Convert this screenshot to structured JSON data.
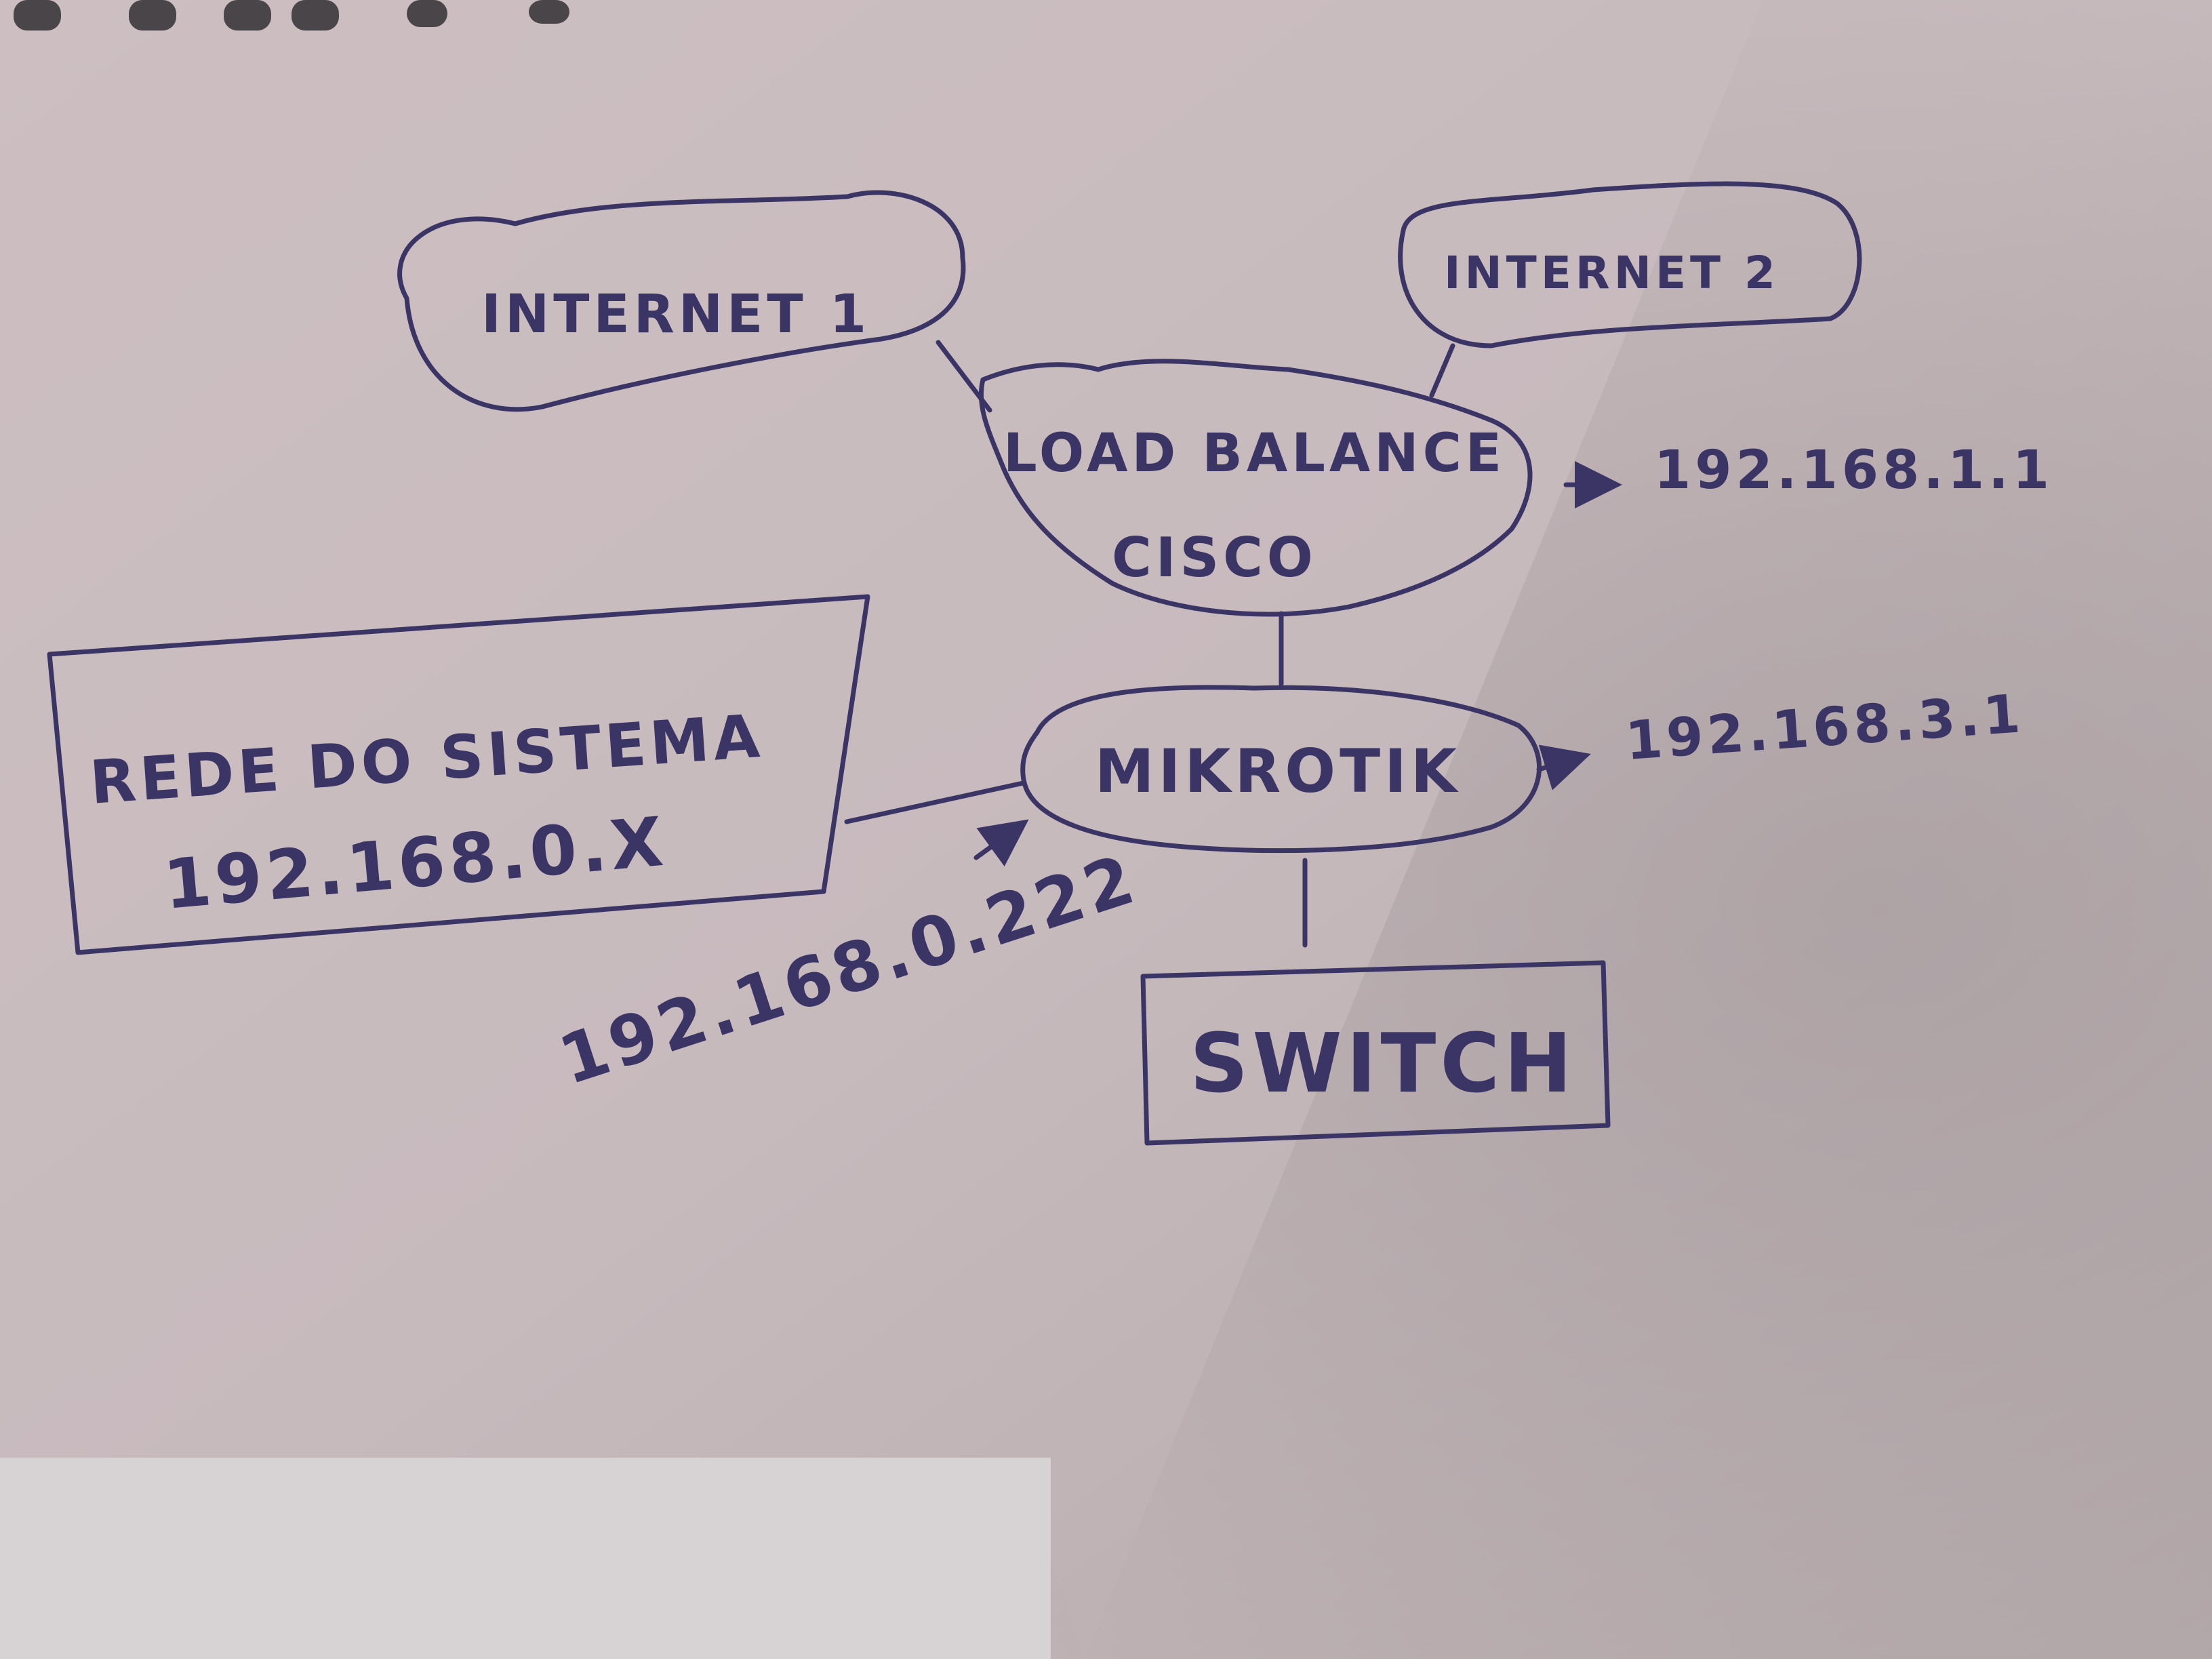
{
  "diagram": {
    "nodes": {
      "internet1": {
        "label": "INTERNET 1"
      },
      "internet2": {
        "label": "INTERNET 2"
      },
      "load_balancer": {
        "label_line1": "LOAD BALANCE",
        "label_line2": "CISCO",
        "ip": "192.168.1.1"
      },
      "mikrotik": {
        "label": "MIKROTIK",
        "ip": "192.168.3.1"
      },
      "system_network": {
        "label_line1": "REDE DO SISTEMA",
        "label_line2": "192.168.0.X"
      },
      "switch": {
        "label": "SWITCH"
      }
    },
    "link_labels": {
      "mikrotik_system_ip": "192.168.0.222"
    },
    "edges": [
      [
        "internet1",
        "load_balancer"
      ],
      [
        "internet2",
        "load_balancer"
      ],
      [
        "load_balancer",
        "mikrotik"
      ],
      [
        "mikrotik",
        "system_network"
      ],
      [
        "mikrotik",
        "switch"
      ]
    ],
    "ink_color": "#3b3566",
    "paper_color": "#c9bcbf"
  }
}
